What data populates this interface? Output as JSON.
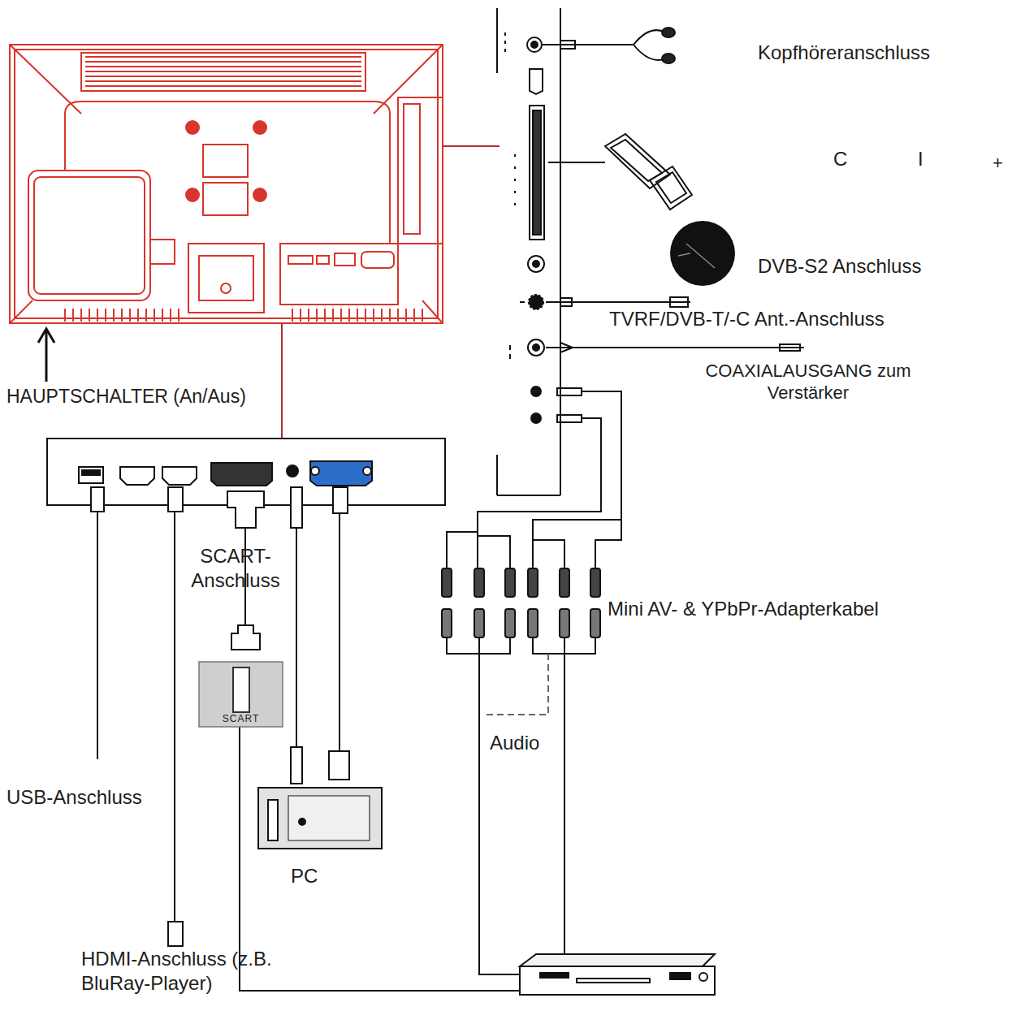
{
  "diagram": {
    "nodes": [
      {
        "text": [
          "SCART"
        ]
      },
      {
        "text": [
          "PC"
        ]
      }
    ],
    "labels": [
      "Kopfhöreranschluss",
      "C",
      "I",
      "+",
      "DVB-S2 Anschluss",
      "TVRF/DVB-T/-C Ant.-Anschluss",
      "COAXIALAUSGANG zum Verstärker",
      "HAUPTSCHALTER (An/Aus)",
      "SCART- Anschluss",
      "Mini AV- & YPbPr-Adapterkabel",
      "Audio",
      "USB-Anschluss",
      "HDMI-Anschluss (z.B. BluRay-Player)"
    ]
  }
}
